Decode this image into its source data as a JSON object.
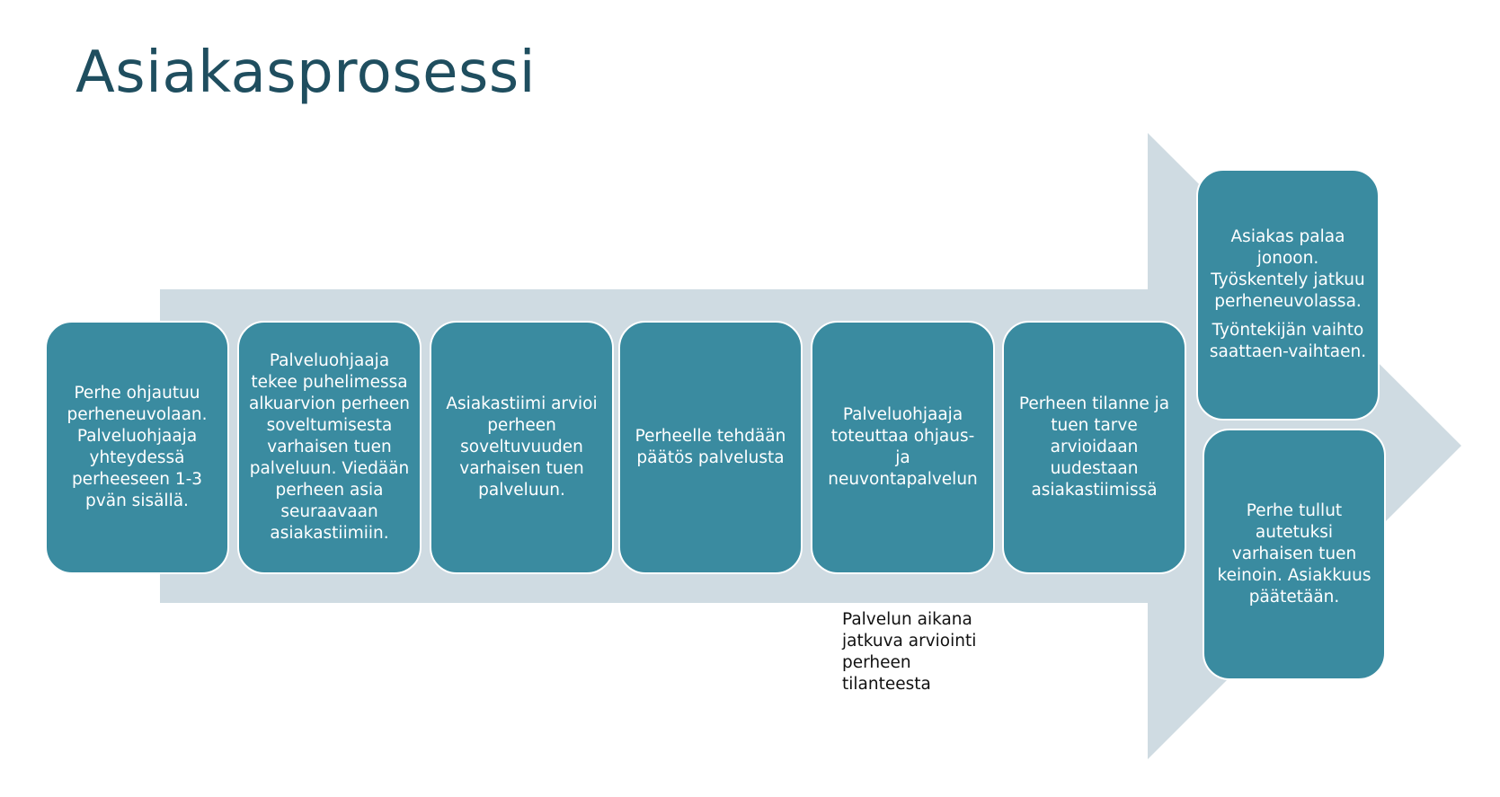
{
  "title": "Asiakasprosessi",
  "colors": {
    "box": "#3a8ba0",
    "arrow": "#cfdbe2",
    "title": "#1f4e5f"
  },
  "steps": [
    {
      "text": "Perhe ohjautuu perheneuvolaan. Palveluohjaaja yhteydessä perheeseen 1-3 pvän sisällä."
    },
    {
      "text": "Palveluohjaaja tekee puhelimessa alkuarvion perheen soveltumisesta varhaisen tuen palveluun. Viedään perheen asia seuraavaan asiakastiimiin."
    },
    {
      "text": "Asiakastiimi arvioi perheen soveltuvuuden varhaisen tuen palveluun."
    },
    {
      "text": "Perheelle tehdään päätös palvelusta"
    },
    {
      "text": "Palveluohjaaja toteuttaa ohjaus- ja neuvontapalvelun"
    },
    {
      "text": "Perheen tilanne ja tuen tarve arvioidaan uudestaan asiakastiimissä"
    }
  ],
  "outcomes": [
    {
      "text": "Asiakas palaa jonoon. Työskentely jatkuu perheneuvolassa.",
      "text2": "Työntekijän vaihto saattaen-vaihtaen."
    },
    {
      "text": "Perhe tullut autetuksi varhaisen tuen keinoin. Asiakkuus päätetään."
    }
  ],
  "note": "Palvelun aikana jatkuva arviointi perheen tilanteesta"
}
